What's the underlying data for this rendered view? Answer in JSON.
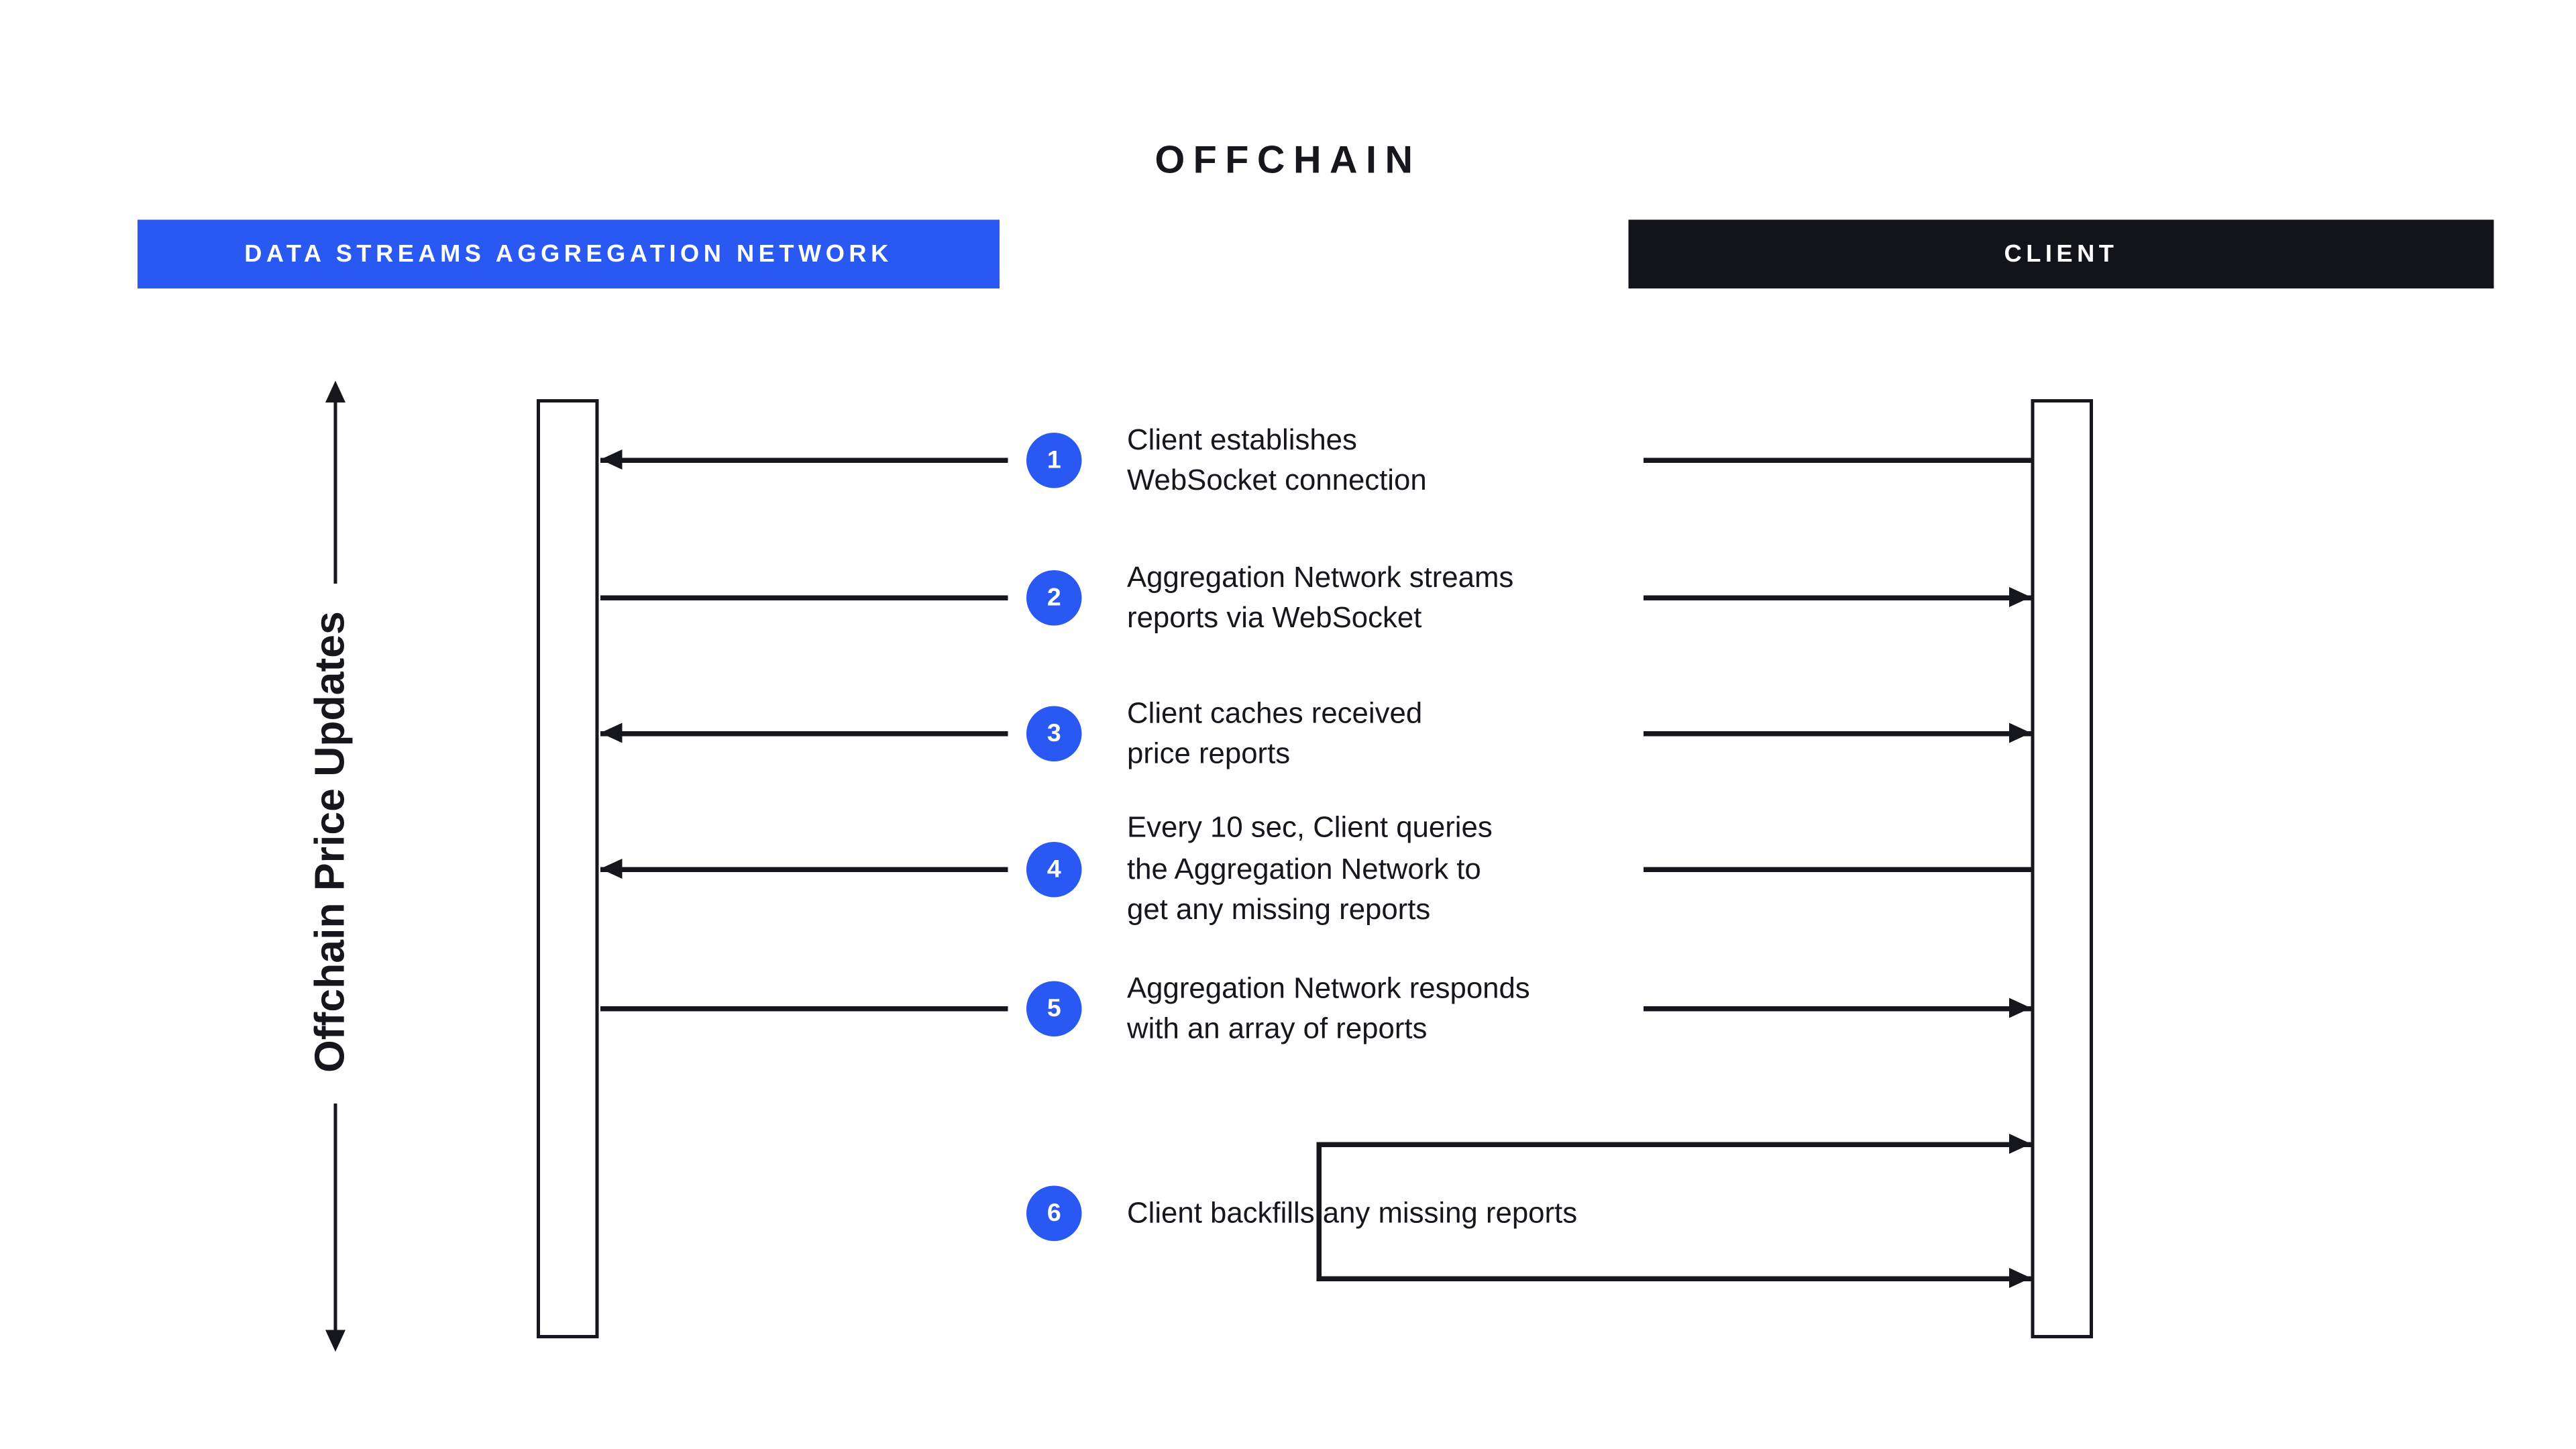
{
  "title": "OFFCHAIN",
  "participants": [
    {
      "label": "DATA STREAMS AGGREGATION NETWORK"
    },
    {
      "label": "CLIENT"
    }
  ],
  "axis_label": "Offchain Price Updates",
  "steps": [
    {
      "num": "1",
      "label": "Client establishes\nWebSocket connection"
    },
    {
      "num": "2",
      "label": "Aggregation Network streams\nreports via WebSocket"
    },
    {
      "num": "3",
      "label": "Client caches received\nprice reports"
    },
    {
      "num": "4",
      "label": "Every 10 sec, Client queries\nthe Aggregation Network to\nget any missing reports"
    },
    {
      "num": "5",
      "label": "Aggregation Network responds\nwith an array of reports"
    },
    {
      "num": "6",
      "label": "Client backfills any missing reports"
    }
  ],
  "colors": {
    "accent_blue": "#2A58F2",
    "header_dark": "#13141A",
    "ink": "#16161D",
    "background": "#FFFFFF"
  }
}
